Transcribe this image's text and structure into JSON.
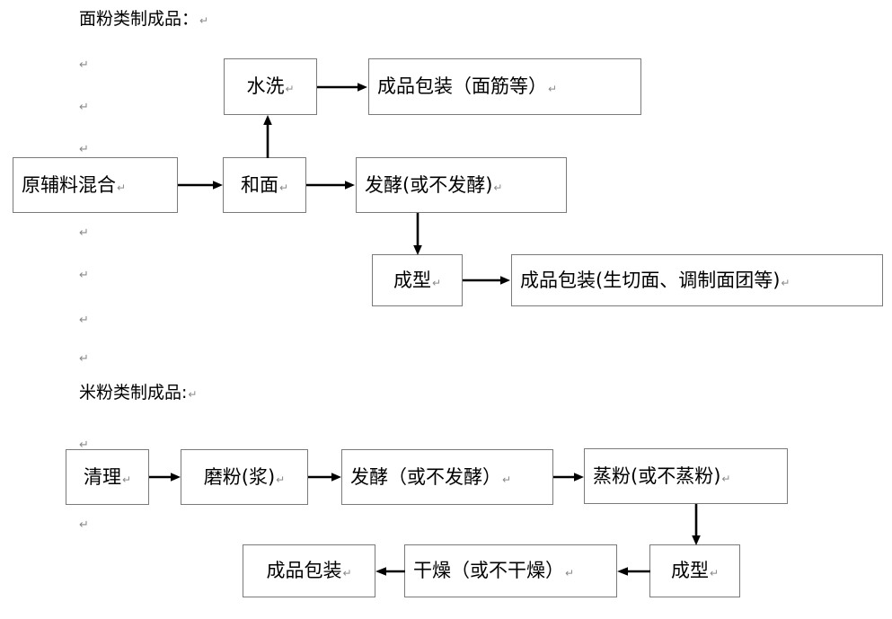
{
  "document": {
    "paragraph_mark_glyph": "↵",
    "line_color": "#000000",
    "box_border_color": "#7a7a7a",
    "background": "#ffffff"
  },
  "sections": [
    {
      "id": "flour",
      "heading": "面粉类制成品：",
      "heading_mark": "↵",
      "nodes": [
        {
          "id": "raw-mix",
          "label": "原辅料混合",
          "mark": "↵"
        },
        {
          "id": "dough-mixing",
          "label": "和面",
          "mark": "↵"
        },
        {
          "id": "water-washing",
          "label": "水洗",
          "mark": "↵"
        },
        {
          "id": "pack-gluten",
          "label": "成品包装（面筋等）",
          "mark": "↵"
        },
        {
          "id": "fermentation",
          "label": "发酵(或不发酵)",
          "mark": "↵"
        },
        {
          "id": "forming",
          "label": "成型",
          "mark": "↵"
        },
        {
          "id": "pack-noodle",
          "label": "成品包装(生切面、调制面团等)",
          "mark": "↵"
        }
      ],
      "edges": [
        {
          "from": "raw-mix",
          "to": "dough-mixing",
          "direction": "right"
        },
        {
          "from": "dough-mixing",
          "to": "water-washing",
          "direction": "up"
        },
        {
          "from": "water-washing",
          "to": "pack-gluten",
          "direction": "right"
        },
        {
          "from": "dough-mixing",
          "to": "fermentation",
          "direction": "right"
        },
        {
          "from": "fermentation",
          "to": "forming",
          "direction": "down"
        },
        {
          "from": "forming",
          "to": "pack-noodle",
          "direction": "right"
        }
      ]
    },
    {
      "id": "rice",
      "heading": "米粉类制成品:",
      "heading_mark": "↵",
      "nodes": [
        {
          "id": "cleaning",
          "label": "清理",
          "mark": "↵"
        },
        {
          "id": "milling",
          "label": "磨粉(浆)",
          "mark": "↵"
        },
        {
          "id": "fermentation",
          "label": "发酵（或不发酵）",
          "mark": "↵"
        },
        {
          "id": "steaming",
          "label": "蒸粉(或不蒸粉)",
          "mark": "↵"
        },
        {
          "id": "forming",
          "label": "成型",
          "mark": "↵"
        },
        {
          "id": "drying",
          "label": "干燥（或不干燥）",
          "mark": "↵"
        },
        {
          "id": "packaging",
          "label": "成品包装",
          "mark": "↵"
        }
      ],
      "edges": [
        {
          "from": "cleaning",
          "to": "milling",
          "direction": "right"
        },
        {
          "from": "milling",
          "to": "fermentation",
          "direction": "right"
        },
        {
          "from": "fermentation",
          "to": "steaming",
          "direction": "right"
        },
        {
          "from": "steaming",
          "to": "forming",
          "direction": "down"
        },
        {
          "from": "forming",
          "to": "drying",
          "direction": "left"
        },
        {
          "from": "drying",
          "to": "packaging",
          "direction": "left"
        }
      ]
    }
  ],
  "paragraph_marks": [
    {
      "id": "pm-1",
      "glyph": "↵"
    },
    {
      "id": "pm-2",
      "glyph": "↵"
    },
    {
      "id": "pm-3",
      "glyph": "↵"
    },
    {
      "id": "pm-4",
      "glyph": "↵"
    },
    {
      "id": "pm-5",
      "glyph": "↵"
    },
    {
      "id": "pm-6",
      "glyph": "↵"
    },
    {
      "id": "pm-7",
      "glyph": "↵"
    },
    {
      "id": "pm-8",
      "glyph": "↵"
    },
    {
      "id": "pm-9",
      "glyph": "↵"
    }
  ]
}
